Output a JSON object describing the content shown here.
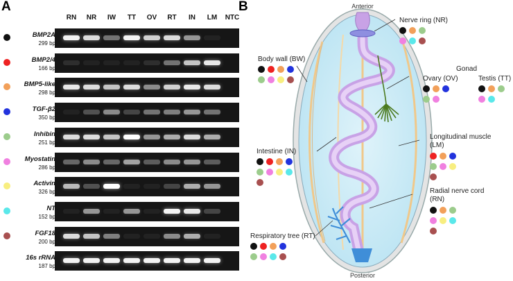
{
  "panel_a_label": "A",
  "panel_b_label": "B",
  "lanes": [
    "RN",
    "NR",
    "IW",
    "TT",
    "OV",
    "RT",
    "IN",
    "LM",
    "NTC"
  ],
  "genes": [
    {
      "name": "BMP2A",
      "size": "299 bp",
      "color": "#111111",
      "bands": [
        0.95,
        0.85,
        0.4,
        0.95,
        0.8,
        0.85,
        0.55,
        0.05,
        0
      ]
    },
    {
      "name": "BMP2/4",
      "size": "166 bp",
      "color": "#ee2222",
      "bands": [
        0.1,
        0.05,
        0.05,
        0.05,
        0.1,
        0.4,
        0.75,
        0.9,
        0
      ]
    },
    {
      "name": "BMP5-like",
      "size": "298 bp",
      "color": "#f2a05a",
      "bands": [
        0.9,
        0.85,
        0.75,
        0.85,
        0.5,
        0.8,
        0.9,
        0.85,
        0
      ]
    },
    {
      "name": "TGF-β2",
      "size": "350 bp",
      "color": "#2233dd",
      "bands": [
        0.05,
        0.25,
        0.5,
        0.2,
        0.4,
        0.45,
        0.55,
        0.4,
        0
      ]
    },
    {
      "name": "Inhibin",
      "size": "251 bp",
      "color": "#9ccc8c",
      "bands": [
        0.85,
        0.85,
        0.75,
        1.0,
        0.55,
        0.65,
        0.85,
        0.65,
        0
      ]
    },
    {
      "name": "Myostatin",
      "size": "286 bp",
      "color": "#f080e0",
      "bands": [
        0.35,
        0.5,
        0.35,
        0.6,
        0.3,
        0.5,
        0.55,
        0.3,
        0
      ]
    },
    {
      "name": "Activin",
      "size": "326 bp",
      "color": "#f8ee80",
      "bands": [
        0.7,
        0.25,
        1.0,
        0.05,
        0.05,
        0.2,
        0.65,
        0.55,
        0
      ]
    },
    {
      "name": "NT",
      "size": "152 bp",
      "color": "#5ae8ea",
      "bands": [
        0.05,
        0.55,
        0.05,
        0.55,
        0.05,
        0.95,
        0.9,
        0.2,
        0
      ]
    },
    {
      "name": "FGF18",
      "size": "200 bp",
      "color": "#a85050",
      "bands": [
        0.85,
        0.75,
        0.45,
        0.05,
        0.05,
        0.5,
        0.65,
        0.05,
        0
      ]
    },
    {
      "name": "16s rRNA",
      "size": "187 bp",
      "color": "",
      "bands": [
        0.95,
        0.95,
        0.95,
        0.95,
        0.95,
        0.95,
        0.95,
        0.95,
        0
      ]
    }
  ],
  "anatomy": {
    "anterior": "Anterior",
    "posterior": "Posterior",
    "gonad": "Gonad",
    "organs": [
      {
        "id": "nr",
        "label": "Nerve ring (NR)",
        "colors": [
          "#111111",
          "#f2a05a",
          "#9ccc8c",
          "#f080e0",
          "#5ae8ea",
          "#a85050"
        ]
      },
      {
        "id": "bw",
        "label": "Body wall (BW)",
        "colors": [
          "#111111",
          "#ee2222",
          "#f2a05a",
          "#2233dd",
          "#9ccc8c",
          "#f080e0",
          "#f8ee80",
          "#a85050"
        ]
      },
      {
        "id": "ov",
        "label": "Ovary (OV)",
        "colors": [
          "#111111",
          "#f2a05a",
          "#2233dd",
          "#9ccc8c",
          "#f080e0"
        ]
      },
      {
        "id": "tt",
        "label": "Testis (TT)",
        "colors": [
          "#111111",
          "#f2a05a",
          "#9ccc8c",
          "#f080e0",
          "#5ae8ea"
        ]
      },
      {
        "id": "lm",
        "label": "Longitudinal muscle (LM)",
        "colors": [
          "#ee2222",
          "#f2a05a",
          "#2233dd",
          "#9ccc8c",
          "#f080e0",
          "#f8ee80",
          "#a85050"
        ]
      },
      {
        "id": "in",
        "label": "Intestine (IN)",
        "colors": [
          "#111111",
          "#ee2222",
          "#f2a05a",
          "#2233dd",
          "#9ccc8c",
          "#f080e0",
          "#f8ee80",
          "#5ae8ea",
          "#a85050"
        ]
      },
      {
        "id": "rn",
        "label": "Radial nerve cord (RN)",
        "colors": [
          "#111111",
          "#f2a05a",
          "#9ccc8c",
          "#f080e0",
          "#f8ee80",
          "#5ae8ea",
          "#a85050"
        ]
      },
      {
        "id": "rt",
        "label": "Respiratory tree (RT)",
        "colors": [
          "#111111",
          "#ee2222",
          "#f2a05a",
          "#2233dd",
          "#9ccc8c",
          "#f080e0",
          "#5ae8ea",
          "#a85050"
        ]
      }
    ]
  }
}
